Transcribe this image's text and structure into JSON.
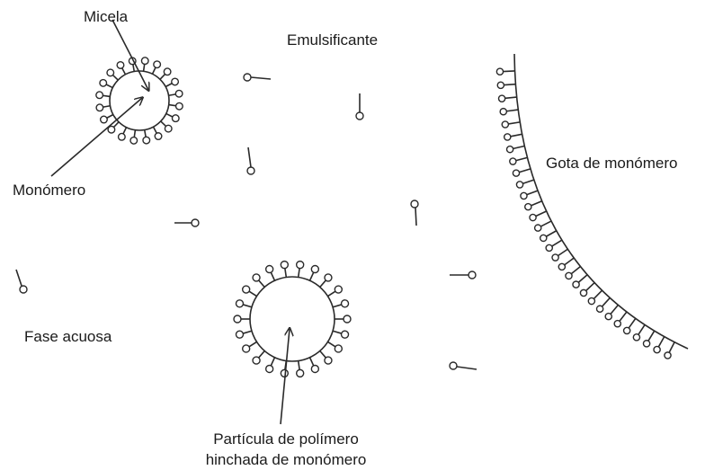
{
  "labels": {
    "micela": "Micela",
    "emulsificante": "Emulsificante",
    "monomero": "Monómero",
    "gota": "Gota de monómero",
    "fase": "Fase acuosa",
    "particula_line1": "Partícula de polímero",
    "particula_line2": "hinchada de monómero"
  }
}
